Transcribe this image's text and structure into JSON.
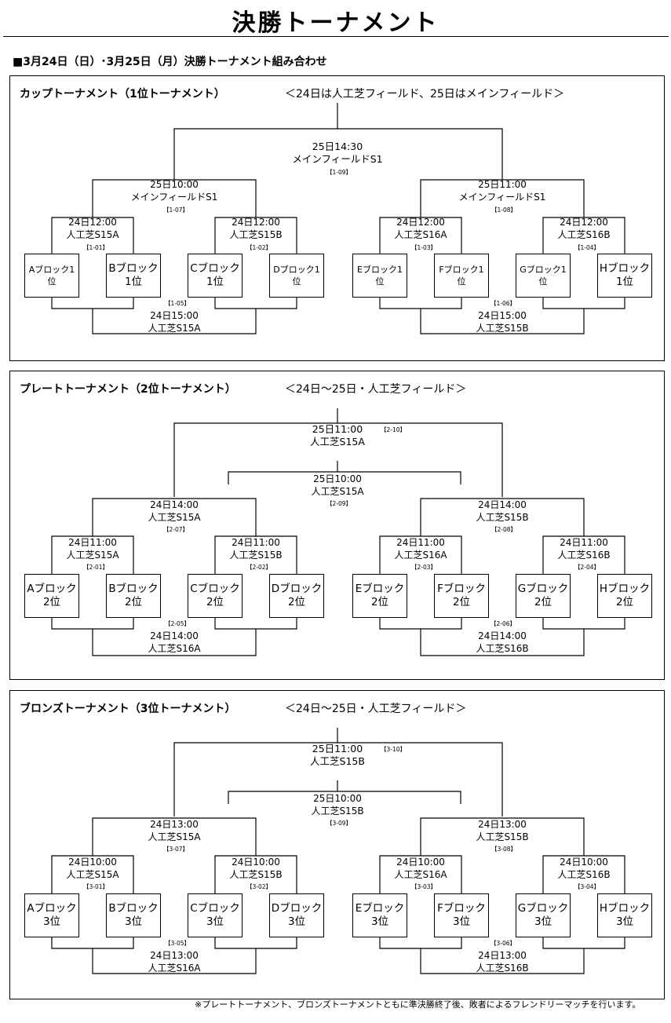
{
  "title": "決勝トーナメント",
  "subtitle": "■3月24日（日）･3月25日（月）決勝トーナメント組み合わせ",
  "footnote": "※プレートトーナメント、ブロンズトーナメントともに準決勝終了後、敗者によるフレンドリーマッチを行います。",
  "tournaments": [
    {
      "title": "カップトーナメント（1位トーナメント）",
      "note": "＜24日は人工芝フィールド、25日はメインフィールド＞",
      "teams": [
        {
          "line1": "Aブロック1",
          "line2": "位"
        },
        {
          "line1": "Bブロック",
          "line2": "1位"
        },
        {
          "line1": "Cブロック",
          "line2": "1位"
        },
        {
          "line1": "Dブロック1",
          "line2": "位"
        },
        {
          "line1": "Eブロック1",
          "line2": "位"
        },
        {
          "line1": "Fブロック1",
          "line2": "位"
        },
        {
          "line1": "Gブロック1",
          "line2": "位"
        },
        {
          "line1": "Hブロック",
          "line2": "1位"
        }
      ],
      "r1": [
        {
          "time": "24日12:00",
          "field": "人工芝S15A",
          "code": "【1-01】"
        },
        {
          "time": "24日12:00",
          "field": "人工芝S15B",
          "code": "【1-02】"
        },
        {
          "time": "24日12:00",
          "field": "人工芝S16A",
          "code": "【1-03】"
        },
        {
          "time": "24日12:00",
          "field": "人工芝S16B",
          "code": "【1-04】"
        }
      ],
      "sf": [
        {
          "time": "25日10:00",
          "field": "メインフィールドS1",
          "code": "【1-07】"
        },
        {
          "time": "25日11:00",
          "field": "メインフィールドS1",
          "code": "【1-08】"
        }
      ],
      "final": {
        "time": "25日14:30",
        "field": "メインフィールドS1",
        "code": "【1-09】"
      },
      "consolation": [
        {
          "time": "24日15:00",
          "field": "人工芝S15A",
          "code": "【1-05】"
        },
        {
          "time": "24日15:00",
          "field": "人工芝S15B",
          "code": "【1-06】"
        }
      ]
    },
    {
      "title": "プレートトーナメント（2位トーナメント）",
      "note": "＜24日～25日・人工芝フィールド＞",
      "teams": [
        {
          "line1": "Aブロック",
          "line2": "2位"
        },
        {
          "line1": "Bブロック",
          "line2": "2位"
        },
        {
          "line1": "Cブロック",
          "line2": "2位"
        },
        {
          "line1": "Dブロック",
          "line2": "2位"
        },
        {
          "line1": "Eブロック",
          "line2": "2位"
        },
        {
          "line1": "Fブロック",
          "line2": "2位"
        },
        {
          "line1": "Gブロック",
          "line2": "2位"
        },
        {
          "line1": "Hブロック",
          "line2": "2位"
        }
      ],
      "r1": [
        {
          "time": "24日11:00",
          "field": "人工芝S15A",
          "code": "【2-01】"
        },
        {
          "time": "24日11:00",
          "field": "人工芝S15B",
          "code": "【2-02】"
        },
        {
          "time": "24日11:00",
          "field": "人工芝S16A",
          "code": "【2-03】"
        },
        {
          "time": "24日11:00",
          "field": "人工芝S16B",
          "code": "【2-04】"
        }
      ],
      "sf": [
        {
          "time": "24日14:00",
          "field": "人工芝S15A",
          "code": "【2-07】"
        },
        {
          "time": "24日14:00",
          "field": "人工芝S15B",
          "code": "【2-08】"
        }
      ],
      "final": {
        "time": "25日11:00",
        "field": "人工芝S15A",
        "code": "【2-10】"
      },
      "third": {
        "time": "25日10:00",
        "field": "人工芝S15A",
        "code": "【2-09】"
      },
      "consolation": [
        {
          "time": "24日14:00",
          "field": "人工芝S16A",
          "code": "【2-05】"
        },
        {
          "time": "24日14:00",
          "field": "人工芝S16B",
          "code": "【2-06】"
        }
      ]
    },
    {
      "title": "ブロンズトーナメント（3位トーナメント）",
      "note": "＜24日～25日・人工芝フィールド＞",
      "teams": [
        {
          "line1": "Aブロック",
          "line2": "3位"
        },
        {
          "line1": "Bブロック",
          "line2": "3位"
        },
        {
          "line1": "Cブロック",
          "line2": "3位"
        },
        {
          "line1": "Dブロック",
          "line2": "3位"
        },
        {
          "line1": "Eブロック",
          "line2": "3位"
        },
        {
          "line1": "Fブロック",
          "line2": "3位"
        },
        {
          "line1": "Gブロック",
          "line2": "3位"
        },
        {
          "line1": "Hブロック",
          "line2": "3位"
        }
      ],
      "r1": [
        {
          "time": "24日10:00",
          "field": "人工芝S15A",
          "code": "【3-01】"
        },
        {
          "time": "24日10:00",
          "field": "人工芝S15B",
          "code": "【3-02】"
        },
        {
          "time": "24日10:00",
          "field": "人工芝S16A",
          "code": "【3-03】"
        },
        {
          "time": "24日10:00",
          "field": "人工芝S16B",
          "code": "【3-04】"
        }
      ],
      "sf": [
        {
          "time": "24日13:00",
          "field": "人工芝S15A",
          "code": "【3-07】"
        },
        {
          "time": "24日13:00",
          "field": "人工芝S15B",
          "code": "【3-08】"
        }
      ],
      "final": {
        "time": "25日11:00",
        "field": "人工芝S15B",
        "code": "【3-10】"
      },
      "third": {
        "time": "25日10:00",
        "field": "人工芝S15B",
        "code": "【3-09】"
      },
      "consolation": [
        {
          "time": "24日13:00",
          "field": "人工芝S16A",
          "code": "【3-05】"
        },
        {
          "time": "24日13:00",
          "field": "人工芝S16B",
          "code": "【3-06】"
        }
      ]
    }
  ]
}
